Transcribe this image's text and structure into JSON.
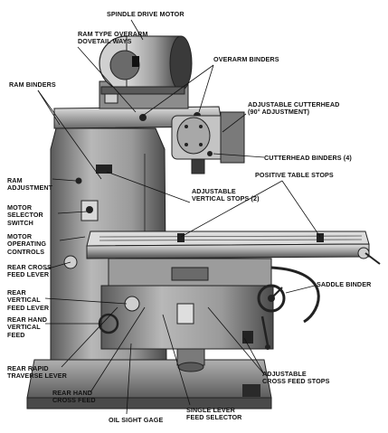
{
  "labels": {
    "spindle_drive_motor": "SPINDLE DRIVE MOTOR",
    "ram_type_overarm": "RAM TYPE OVERARM\nDOVETAIL WAYS",
    "overarm_binders": "OVERARM BINDERS",
    "ram_binders": "RAM BINDERS",
    "adjustable_cutterhead": "ADJUSTABLE CUTTERHEAD\n(90° ADJUSTMENT)",
    "cutterhead_binders": "CUTTERHEAD BINDERS (4)",
    "positive_table_stops": "POSITIVE TABLE STOPS",
    "ram_adjustment": "RAM\nADJUSTMENT",
    "adjustable_vertical_stops": "ADJUSTABLE\nVERTICAL STOPS (2)",
    "motor_selector_switch": "MOTOR\nSELECTOR\nSWITCH",
    "motor_operating_controls": "MOTOR\nOPERATING\nCONTROLS",
    "rear_cross_feed_lever": "REAR CROSS\nFEED LEVER",
    "saddle_binder": "SADDLE BINDER",
    "rear_vertical_feed_lever": "REAR\nVERTICAL\nFEED LEVER",
    "rear_hand_vertical_feed": "REAR HAND\nVERTICAL\nFEED",
    "adjustable_cross_feed_stops": "ADJUSTABLE\nCROSS FEED STOPS",
    "rear_rapid_traverse_lever": "REAR RAPID\nTRAVERSE LEVER",
    "rear_hand_cross_feed": "REAR HAND\nCROSS FEED",
    "oil_sight_gage": "OIL SIGHT GAGE",
    "single_lever_feed_selector": "SINGLE LEVER\nFEED SELECTOR"
  },
  "colors": {
    "machine_dark": "#3a3a3a",
    "machine_mid": "#8a8a8a",
    "machine_light": "#cfcfcf",
    "ink": "#111111",
    "paper": "#ffffff"
  }
}
